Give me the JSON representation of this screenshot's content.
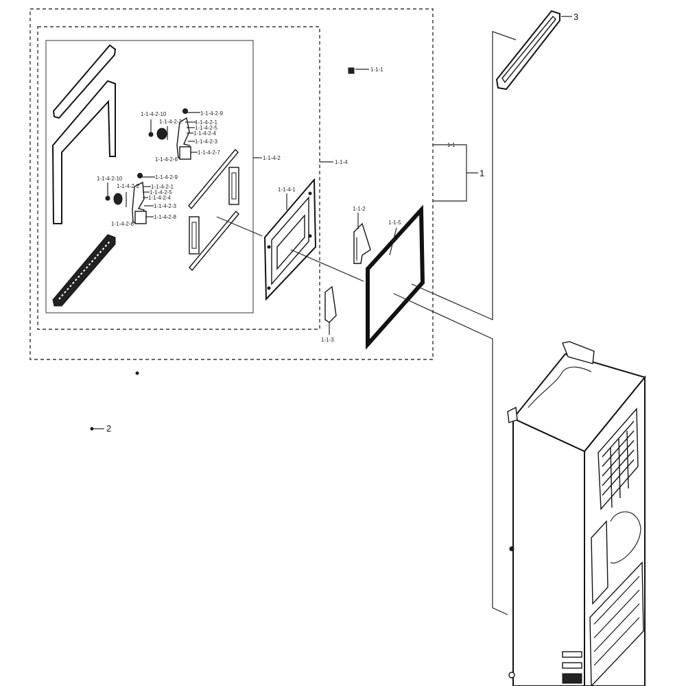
{
  "labels": {
    "l_1_1_1": "1-1-1",
    "l_1_4_2_10a": "1-1-4-2-10",
    "l_1_4_2_9a": "1-1-4-2-9",
    "l_1_4_2_2a": "1-1-4-2-2",
    "l_1_4_2_1a": "1-1-4-2-1",
    "l_1_4_2_5a": "1-1-4-2-5",
    "l_1_4_2_4a": "1-1-4-2-4",
    "l_1_4_2_3a": "1-1-4-2-3",
    "l_1_4_2_6a": "1-1-4-2-6",
    "l_1_4_2_7a": "1-1-4-2-7",
    "l_1_4_2_10b": "1-1-4-2-10",
    "l_1_4_2_9b": "1-1-4-2-9",
    "l_1_4_2_2b": "1-1-4-2-2",
    "l_1_4_2_1b": "1-1-4-2-1",
    "l_1_4_2_5b": "1-1-4-2-5",
    "l_1_4_2_4b": "1-1-4-2-4",
    "l_1_4_2_3b": "1-1-4-2-3",
    "l_1_4_2_6b": "1-1-4-2-6",
    "l_1_4_2_8b": "1-1-4-2-8",
    "l_1_4_2": "1-1-4-2",
    "l_1_4": "1-1-4",
    "l_1_4_1": "1-1-4-1",
    "l_1_1": "1-1",
    "l_1": "1",
    "l_1_2": "1-1-2",
    "l_1_5": "1-1-5",
    "l_1_3": "1-1-3",
    "l_2": "2",
    "l_3": "3"
  },
  "colors": {
    "line": "#111111",
    "background": "#ffffff"
  }
}
